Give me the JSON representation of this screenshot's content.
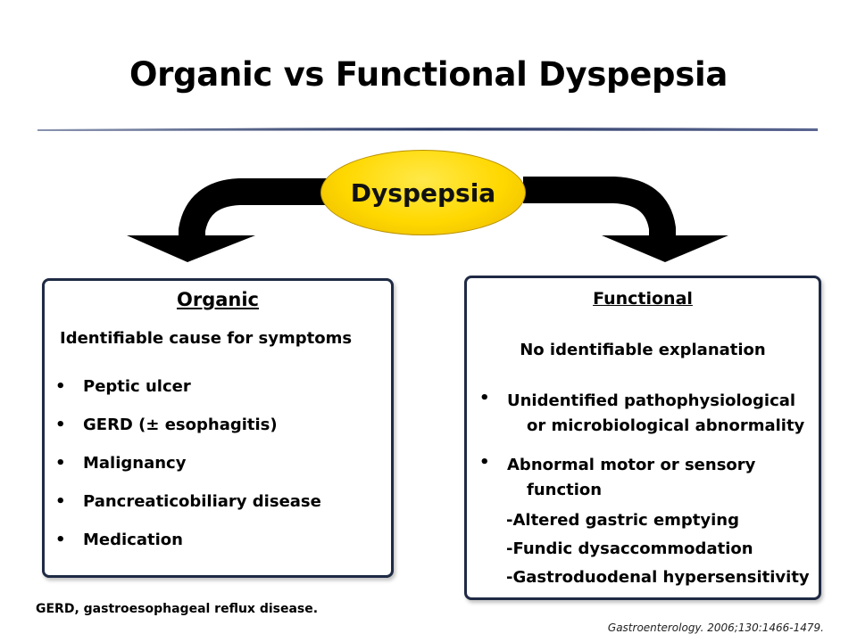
{
  "title": "Organic vs Functional Dyspepsia",
  "center": {
    "label": "Dyspepsia",
    "color": "#ffd800"
  },
  "left_box": {
    "title": "Organic",
    "subtitle": "Identifiable cause for symptoms",
    "items": [
      "Peptic ulcer",
      "GERD (± esophagitis)",
      "Malignancy",
      "Pancreaticobiliary disease",
      "Medication"
    ]
  },
  "right_box": {
    "title": "Functional",
    "subtitle": "No identifiable explanation",
    "items": [
      {
        "line1": "Unidentified pathophysiological",
        "line2": "or microbiological abnormality"
      },
      {
        "line1": "Abnormal motor or sensory",
        "line2": "function"
      }
    ],
    "sub_items": [
      "-Altered gastric emptying",
      "-Fundic dysaccommodation",
      "-Gastroduodenal hypersensitivity"
    ]
  },
  "bullet": "•",
  "footnote": "GERD, gastroesophageal reflux disease.",
  "citation": "Gastroenterology. 2006;130:1466-1479.",
  "colors": {
    "box_border": "#1f2a44",
    "rule": "#2b3a67",
    "arrow": "#000000"
  }
}
